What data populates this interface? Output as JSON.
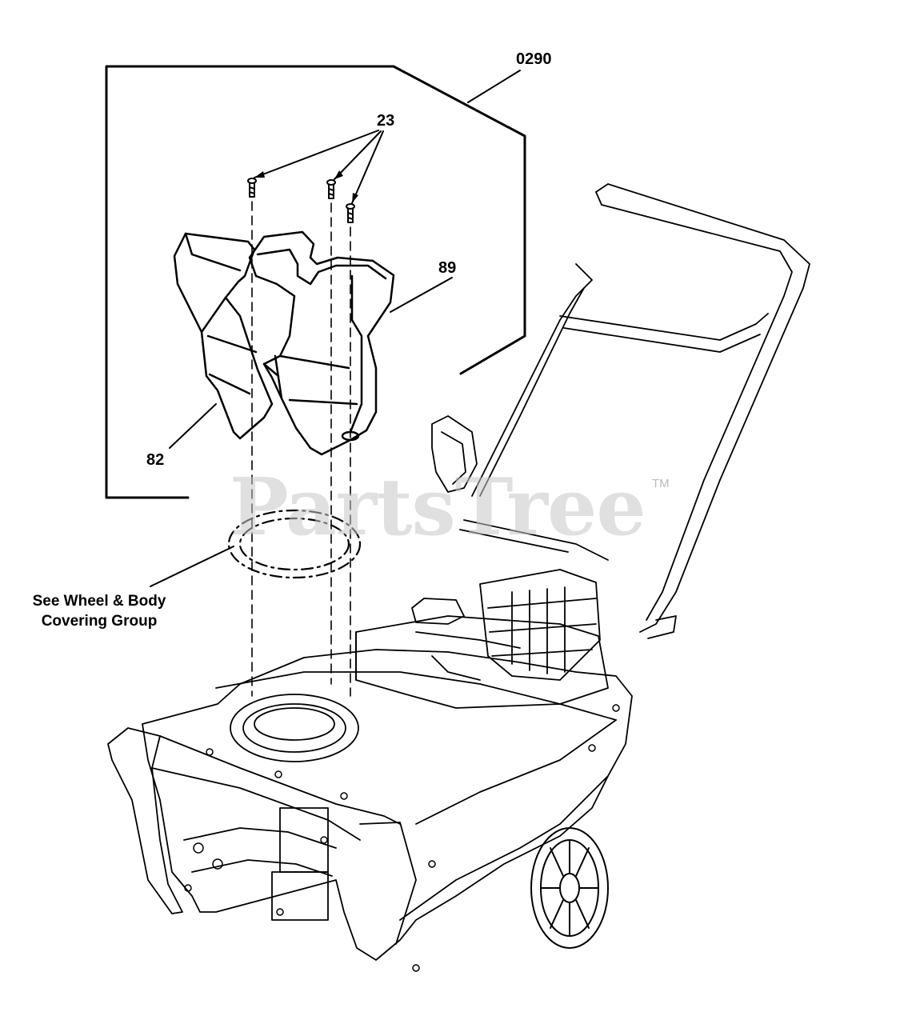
{
  "diagram": {
    "callouts": {
      "assembly": "0290",
      "screws": "23",
      "chute": "89",
      "deflector": "82"
    },
    "note": {
      "line1": "See Wheel & Body",
      "line2": "Covering Group"
    },
    "watermark": {
      "text": "PartsTree",
      "trademark": "TM",
      "color": "#c8c8c8"
    },
    "line_color": "#000000"
  }
}
